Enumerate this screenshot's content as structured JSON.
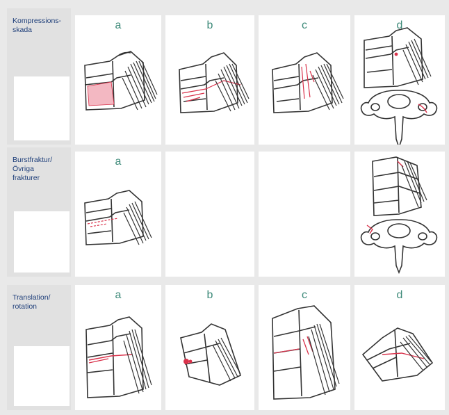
{
  "rows": [
    {
      "label_lines": [
        "Kompressions-",
        "skada"
      ],
      "panels": [
        {
          "letter": "a",
          "fracture": "wedge-shaded"
        },
        {
          "letter": "b",
          "fracture": "wedge-lines"
        },
        {
          "letter": "c",
          "fracture": "posterior-lines"
        },
        {
          "letter": "d",
          "fracture": "lamina-dot-axial"
        }
      ]
    },
    {
      "label_lines": [
        "Burstfraktur/",
        "Övriga",
        "frakturer"
      ],
      "panels": [
        {
          "letter": "a",
          "fracture": "burst"
        },
        {
          "letter": "",
          "fracture": "empty"
        },
        {
          "letter": "",
          "fracture": "empty"
        },
        {
          "letter": "",
          "fracture": "spinous-axial"
        }
      ]
    },
    {
      "label_lines": [
        "Translation/",
        "rotation"
      ],
      "panels": [
        {
          "letter": "a",
          "fracture": "translation"
        },
        {
          "letter": "b",
          "fracture": "facet-dot"
        },
        {
          "letter": "c",
          "fracture": "rotation-lines"
        },
        {
          "letter": "d",
          "fracture": "oblique-line"
        }
      ]
    }
  ],
  "colors": {
    "background": "#e9e9e9",
    "label_panel": "#e1e1e1",
    "label_text": "#1f3f7a",
    "panel_letter": "#3d8a79",
    "fracture": "#d9314a",
    "fracture_fill": "#f3b8c2",
    "bone_outline": "#333333"
  }
}
